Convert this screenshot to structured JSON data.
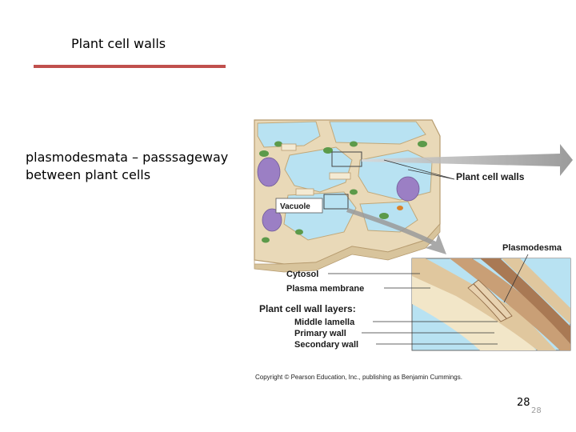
{
  "slide": {
    "title": "Plant cell walls",
    "body": "plasmodesmata – passsageway between plant cells",
    "page_number": "28",
    "page_number_ghost": "28"
  },
  "figure": {
    "labels": {
      "plant_cell_walls": "Plant cell walls",
      "vacuole": "Vacuole",
      "plasmodesma": "Plasmodesma",
      "cytosol": "Cytosol",
      "plasma_membrane": "Plasma membrane",
      "layers_heading": "Plant cell wall layers:",
      "middle_lamella": "Middle lamella",
      "primary_wall": "Primary wall",
      "secondary_wall": "Secondary wall"
    },
    "copyright": "Copyright © Pearson Education, Inc., publishing as Benjamin Cummings."
  },
  "colors": {
    "title_rule": "#c0504d",
    "cell_wall": "#e9d9b8",
    "vacuole": "#b8e2f2",
    "nucleus": "#9b7fc4",
    "chloroplast": "#5c9a4a",
    "arrow_gray": "#9a9a9a"
  }
}
